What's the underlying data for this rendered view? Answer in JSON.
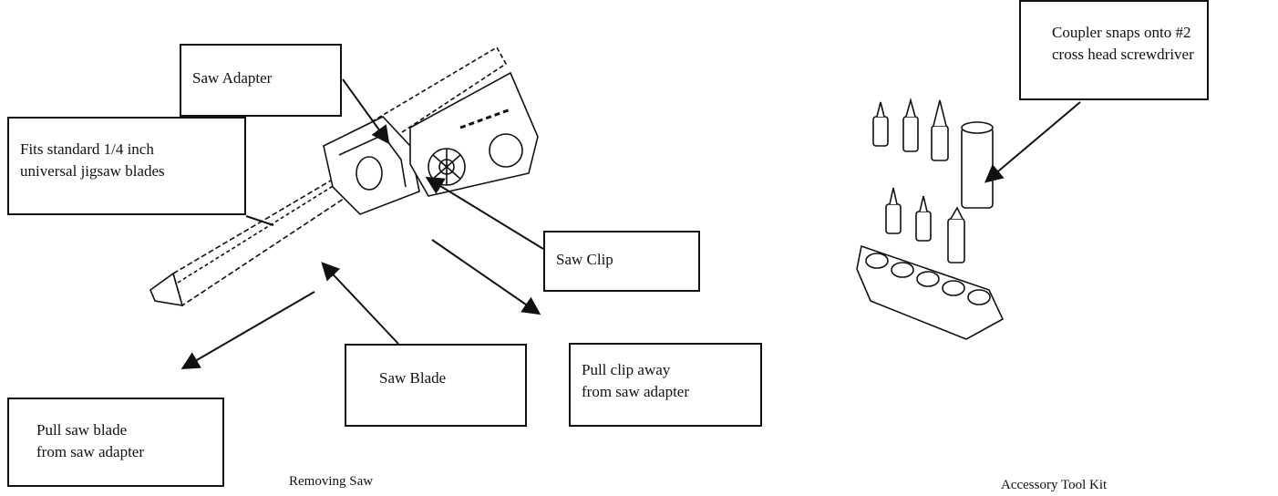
{
  "left_figure": {
    "caption": "Removing Saw",
    "callouts": {
      "saw_adapter": "Saw Adapter",
      "fits_blades": [
        "Fits standard 1/4 inch",
        "universal jigsaw blades"
      ],
      "saw_clip": "Saw Clip",
      "saw_blade": "Saw Blade",
      "pull_clip": [
        "Pull clip away",
        "from saw adapter"
      ],
      "pull_blade": [
        "Pull saw blade",
        "from saw adapter"
      ]
    }
  },
  "right_figure": {
    "caption": "Accessory Tool Kit",
    "callouts": {
      "coupler": [
        "Coupler snaps onto #2",
        "cross head screwdriver"
      ]
    }
  },
  "colors": {
    "ink": "#111111",
    "background": "#ffffff"
  }
}
